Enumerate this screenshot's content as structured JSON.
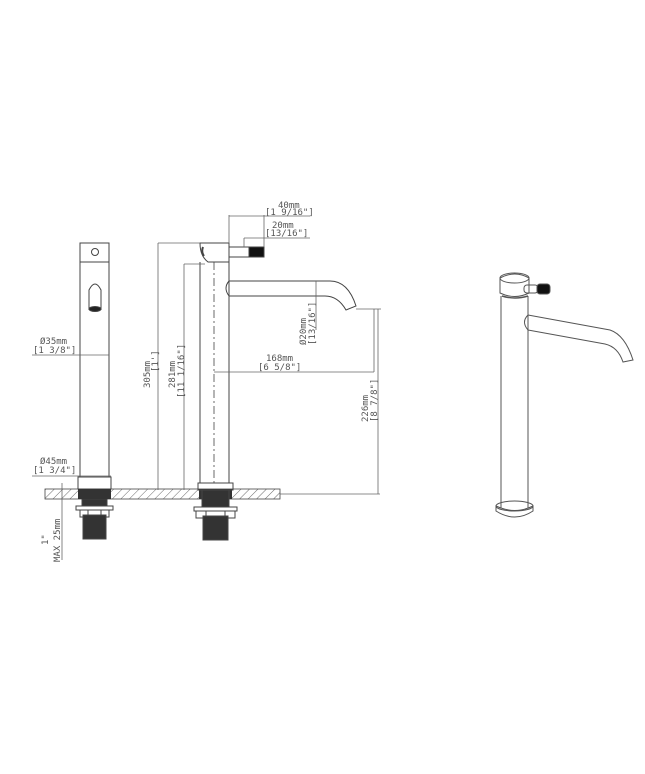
{
  "drawing": {
    "title": "Tall basin mixer tap technical drawing",
    "views": [
      "side-view",
      "front-view",
      "perspective-view"
    ],
    "dimensions": {
      "handle_reach": {
        "mm": "40mm",
        "inch": "[1 9/16\"]"
      },
      "handle_length": {
        "mm": "20mm",
        "inch": "[13/16\"]"
      },
      "body_diameter": {
        "mm": "Ø35mm",
        "inch": "[1 3/8\"]"
      },
      "base_diameter": {
        "mm": "Ø45mm",
        "inch": "[1 3/4\"]"
      },
      "total_height": {
        "mm": "305mm",
        "inch": "[1']"
      },
      "spout_height_top": {
        "mm": "281mm",
        "inch": "[11 1/16\"]"
      },
      "spout_diameter": {
        "mm": "Ø20mm",
        "inch": "[13/16\"]"
      },
      "spout_reach": {
        "mm": "168mm",
        "inch": "[6 5/8\"]"
      },
      "spout_outlet_height": {
        "mm": "226mm",
        "inch": "[8 7/8\"]"
      },
      "max_deck_thickness": {
        "mm": "MAX 25mm",
        "inch": "1\""
      }
    }
  }
}
